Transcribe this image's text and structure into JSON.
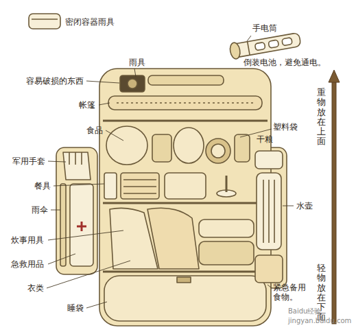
{
  "diagram": {
    "labels": [
      "密闭容器雨具",
      "手电筒",
      "倒装电池，避免通电。",
      "雨具",
      "容易破损的东西",
      "帐篷",
      "食品",
      "塑料袋",
      "干粮",
      "重物放在上面",
      "军用手套",
      "餐具",
      "雨伞",
      "水壶",
      "炊事用具",
      "急救用品",
      "紧急备用 食物。",
      "衣类",
      "睡袋",
      "轻物放在下面",
      "Baidu经验",
      "jingyan.baidu.com"
    ]
  }
}
